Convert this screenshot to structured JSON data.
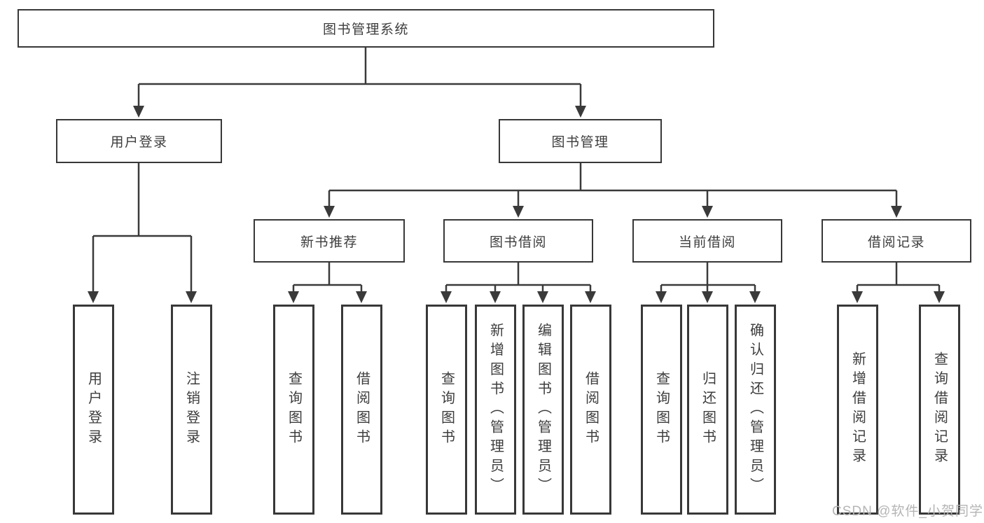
{
  "tree": {
    "root": "图书管理系统",
    "branches": [
      {
        "label": "用户登录",
        "children": [
          "用户登录",
          "注销登录"
        ]
      },
      {
        "label": "图书管理",
        "groups": [
          {
            "label": "新书推荐",
            "children": [
              "查询图书",
              "借阅图书"
            ]
          },
          {
            "label": "图书借阅",
            "children": [
              "查询图书",
              "新增图书（管理员）",
              "编辑图书（管理员）",
              "借阅图书"
            ]
          },
          {
            "label": "当前借阅",
            "children": [
              "查询图书",
              "归还图书",
              "确认归还（管理员）"
            ]
          },
          {
            "label": "借阅记录",
            "children": [
              "新增借阅记录",
              "查询借阅记录"
            ]
          }
        ]
      }
    ]
  },
  "watermark": {
    "text": "CSDN @软件_小贺同学"
  },
  "colors": {
    "line": "#3a3a3a",
    "box_border": "#383838",
    "text": "#3d3d3d",
    "background": "#ffffff",
    "watermark": "#b5b5b5"
  }
}
